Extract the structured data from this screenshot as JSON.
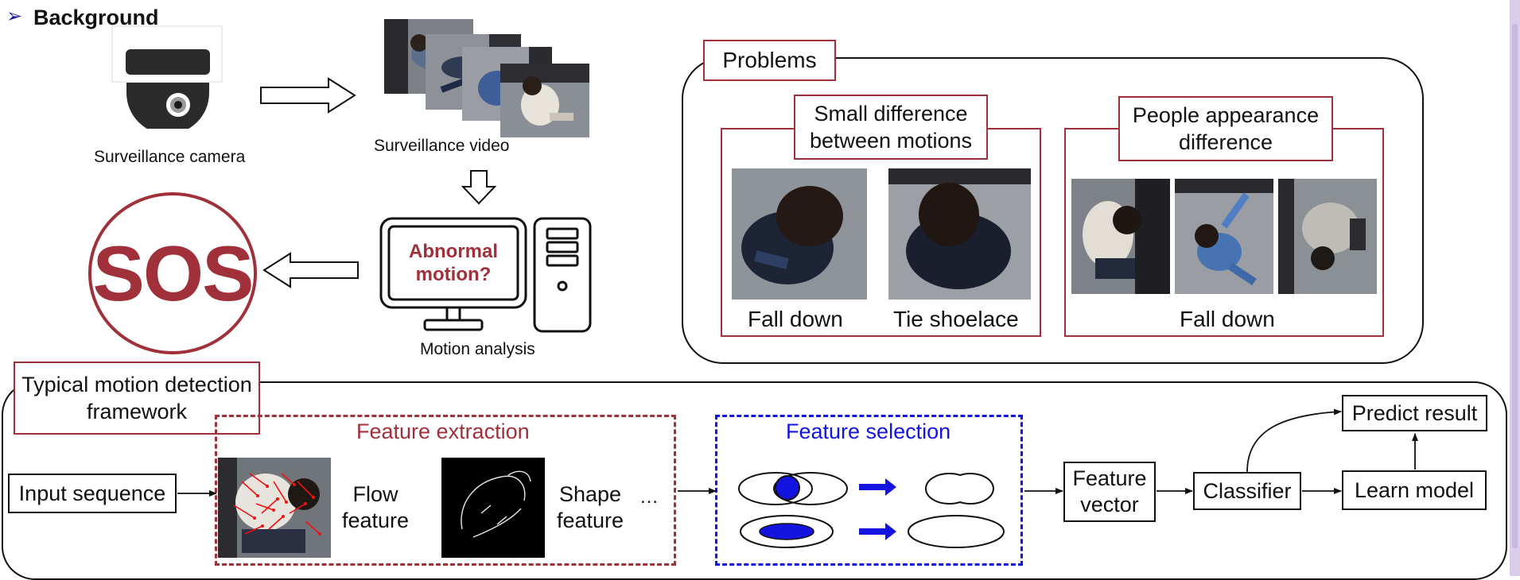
{
  "background": {
    "heading": "Background",
    "bullet_glyph": "➢",
    "camera_label": "Surveillance camera",
    "video_label": "Surveillance video",
    "computer_screen_text": "Abnormal motion?",
    "analysis_label": "Motion analysis",
    "sos_text": "SOS"
  },
  "problems": {
    "title": "Problems",
    "small_difference": {
      "title": "Small difference between motions",
      "captions": [
        "Fall down",
        "Tie shoelace"
      ]
    },
    "appearance_difference": {
      "title": "People appearance difference",
      "caption": "Fall down"
    }
  },
  "framework": {
    "title": "Typical motion detection framework",
    "input": "Input sequence",
    "feature_extraction": {
      "title": "Feature extraction",
      "flow": "Flow feature",
      "shape": "Shape feature",
      "ellipsis": "…"
    },
    "feature_selection": {
      "title": "Feature selection"
    },
    "feature_vector": "Feature vector",
    "classifier": "Classifier",
    "learn_model": "Learn model",
    "predict_result": "Predict result"
  },
  "colors": {
    "accent_red": "#a0303a",
    "accent_blue": "#1414e0",
    "bullet_blue": "#1a1aa0"
  }
}
